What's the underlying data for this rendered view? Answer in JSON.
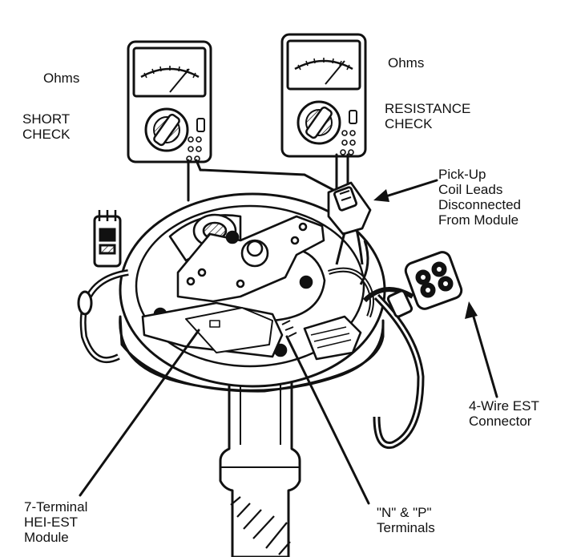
{
  "labels": {
    "ohms_left": "Ohms",
    "short_check": [
      "SHORT",
      "CHECK"
    ],
    "ohms_right": "Ohms",
    "resistance_check": [
      "RESISTANCE",
      "CHECK"
    ],
    "pickup_coil": [
      "Pick-Up",
      "Coil Leads",
      "Disconnected",
      "From Module"
    ],
    "est_connector": [
      "4-Wire EST",
      "Connector"
    ],
    "np_terminals": [
      "\"N\" & \"P\"",
      "Terminals"
    ],
    "module": [
      "7-Terminal",
      "HEI-EST",
      "Module"
    ]
  },
  "colors": {
    "ink": "#111111",
    "paper": "#ffffff"
  }
}
